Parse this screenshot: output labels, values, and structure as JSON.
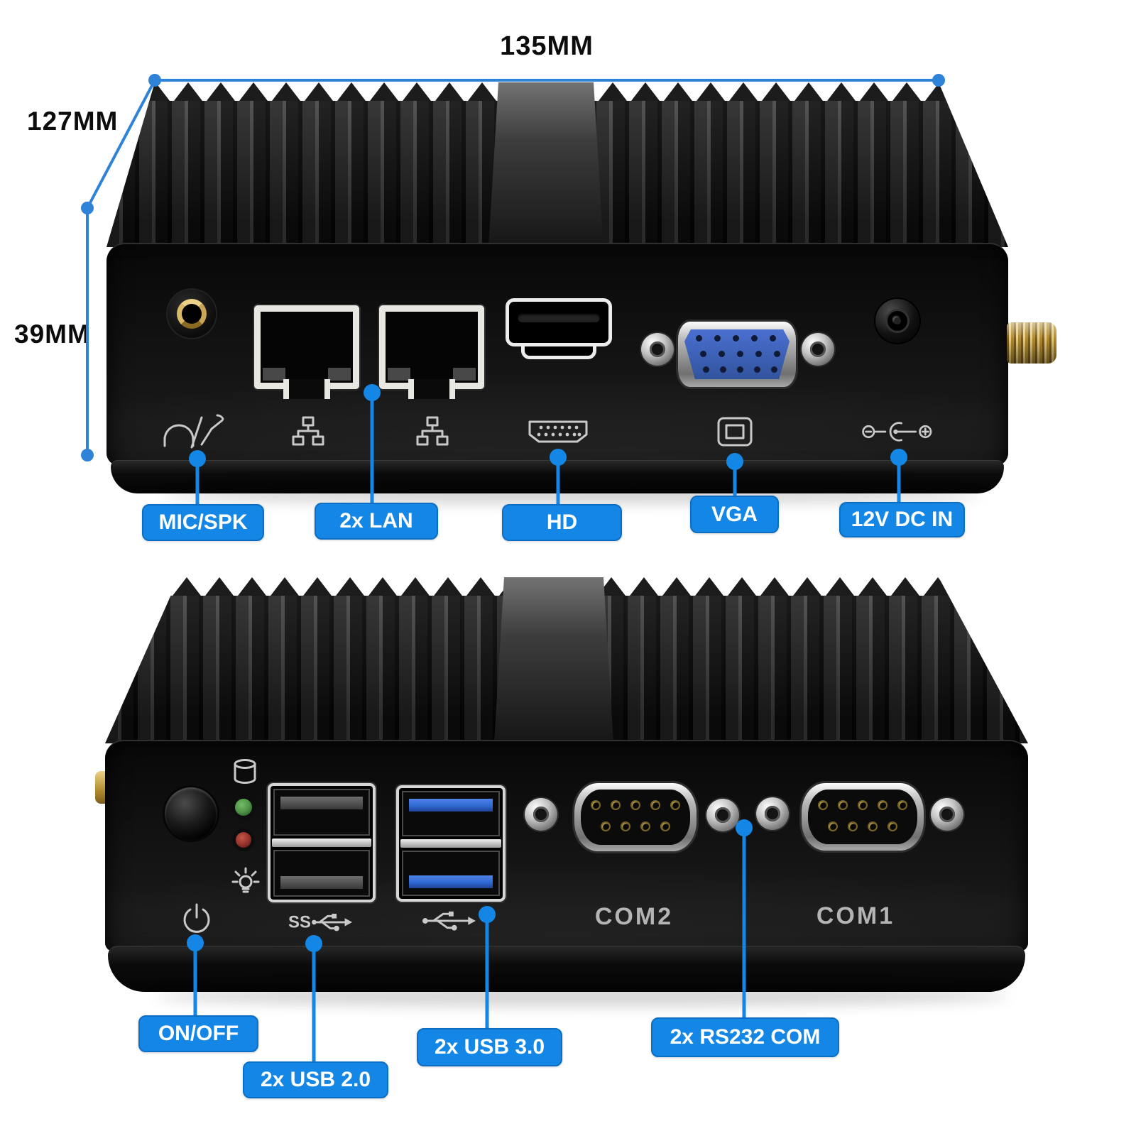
{
  "product": {
    "dimensions": {
      "width": "135MM",
      "depth": "127MM",
      "height": "39MM"
    }
  },
  "colors": {
    "label_blue": "#1487e6",
    "dim_blue": "#2e82d8",
    "vga_blue": "#3c63c4",
    "usb3_blue": "#2e66d0",
    "gold": "#c9a557",
    "led_green": "#4f9347",
    "led_red": "#96342b",
    "icon_gray": "#c9c9c9"
  },
  "rear_view": {
    "callouts": [
      {
        "id": "audio",
        "label": "MIC/SPK"
      },
      {
        "id": "lan",
        "label": "2x LAN"
      },
      {
        "id": "hdmi",
        "label": "HD"
      },
      {
        "id": "vga",
        "label": "VGA"
      },
      {
        "id": "dc",
        "label": "12V DC IN"
      }
    ]
  },
  "front_view": {
    "callouts": [
      {
        "id": "power",
        "label": "ON/OFF"
      },
      {
        "id": "usb2",
        "label": "2x USB 2.0"
      },
      {
        "id": "usb3",
        "label": "2x USB 3.0"
      },
      {
        "id": "com",
        "label": "2x RS232 COM"
      }
    ],
    "port_marks": {
      "com2": "COM2",
      "com1": "COM1"
    }
  }
}
